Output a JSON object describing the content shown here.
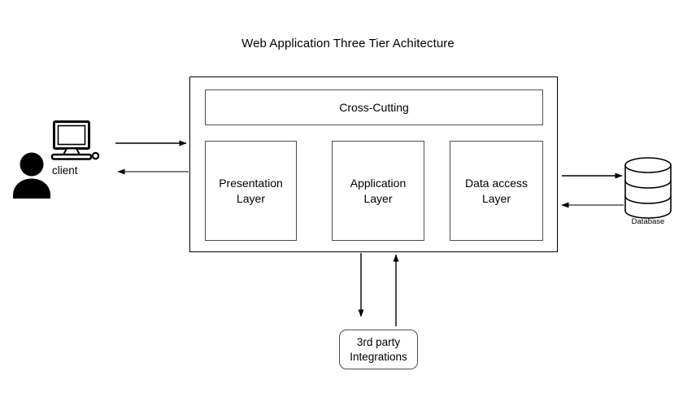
{
  "diagram": {
    "title": "Web Application Three Tier Achitecture",
    "container": {
      "name": "three-tier-container",
      "cross_cutting_label": "Cross-Cutting",
      "layers": [
        {
          "id": "presentation",
          "line1": "Presentation",
          "line2": "Layer"
        },
        {
          "id": "application",
          "line1": "Application",
          "line2": "Layer"
        },
        {
          "id": "data-access",
          "line1": "Data access",
          "line2": "Layer"
        }
      ]
    },
    "client": {
      "label": "client",
      "person_icon": "user-icon",
      "monitor_icon": "desktop-computer-icon"
    },
    "database": {
      "label": "Database",
      "icon": "database-cylinder-icon"
    },
    "third_party": {
      "line1": "3rd party",
      "line2": "Integrations"
    },
    "connectors": [
      {
        "id": "client-to-app",
        "from": "client",
        "to": "three-tier-container",
        "direction": "right"
      },
      {
        "id": "app-to-client",
        "from": "three-tier-container",
        "to": "client",
        "direction": "left"
      },
      {
        "id": "app-to-database",
        "from": "three-tier-container",
        "to": "database",
        "direction": "right"
      },
      {
        "id": "database-to-app",
        "from": "database",
        "to": "three-tier-container",
        "direction": "left"
      },
      {
        "id": "app-to-third-party",
        "from": "three-tier-container",
        "to": "third-party",
        "direction": "down"
      },
      {
        "id": "third-party-to-app",
        "from": "third-party",
        "to": "three-tier-container",
        "direction": "up"
      }
    ]
  },
  "colors": {
    "stroke": "#000000",
    "box_border": "#4d4d4d",
    "background": "#ffffff",
    "text": "#000000"
  }
}
